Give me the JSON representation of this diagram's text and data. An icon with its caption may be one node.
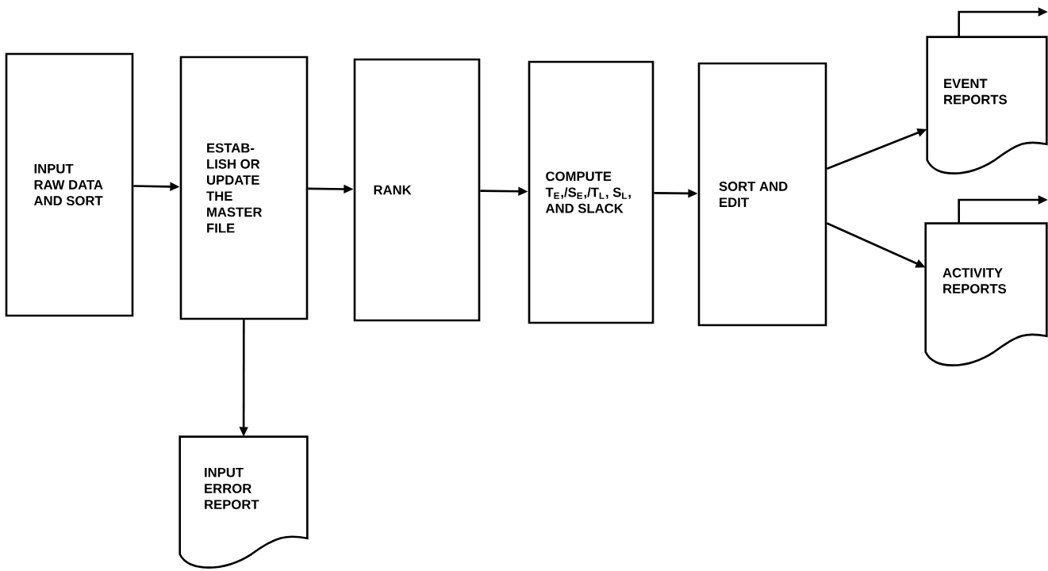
{
  "diagram": {
    "nodes": [
      {
        "text": [
          "INPUT RAW DATA AND SORT"
        ]
      },
      {
        "text": [
          "ESTAB- LISH OR UPDATE THE MASTER FILE"
        ]
      },
      {
        "text": [
          "RANK"
        ]
      },
      {
        "text": [
          "COMPUTE T$_{E}$,/S$_{E}$,/T$_{L}$, S$_{L}$, AND SLACK"
        ]
      },
      {
        "text": [
          "SORT AND EDIT"
        ]
      },
      {
        "text": [
          "EVENT REPORTS"
        ]
      },
      {
        "text": [
          "ACTIVITY REPORTS"
        ]
      },
      {
        "text": [
          "INPUT ERROR REPORT"
        ]
      }
    ],
    "edges": [
      {
        "from": 0,
        "to": 1,
        "arrow": "to"
      },
      {
        "from": 1,
        "to": 2,
        "arrow": "to"
      },
      {
        "from": 2,
        "to": 3,
        "arrow": "to"
      },
      {
        "from": 3,
        "to": 4,
        "arrow": "to"
      },
      {
        "from": 4,
        "to": 5,
        "arrow": "to"
      },
      {
        "from": 4,
        "to": 6,
        "arrow": "to"
      },
      {
        "from": 1,
        "to": 7,
        "arrow": "to"
      },
      {
        "from": 5,
        "to": null,
        "arrow": "to"
      },
      {
        "from": 6,
        "to": null,
        "arrow": "to"
      }
    ]
  }
}
